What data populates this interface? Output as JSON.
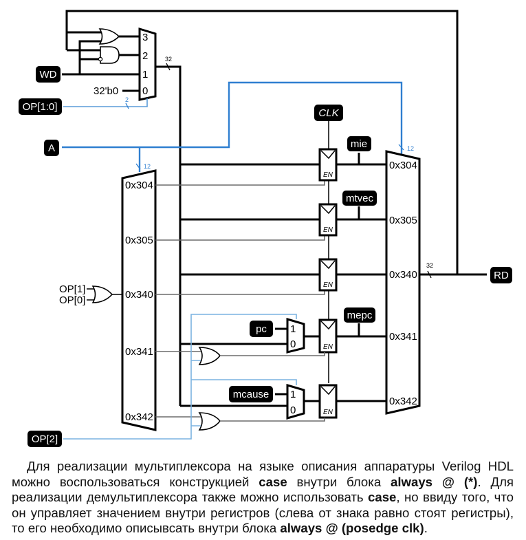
{
  "diagram": {
    "inputs": {
      "wd": "WD",
      "op10": "OP[1:0]",
      "a": "A",
      "clk": "CLK",
      "op1": "OP[1]",
      "op0": "OP[0]",
      "op2": "OP[2]",
      "pc": "pc",
      "mcause": "mcause"
    },
    "output": "RD",
    "const_zero": "32'b0",
    "opmux_ports": [
      "3",
      "2",
      "1",
      "0"
    ],
    "registers": [
      "mie",
      "mtvec",
      "mepc"
    ],
    "demux_ports": [
      "0x304",
      "0x305",
      "0x340",
      "0x341",
      "0x342"
    ],
    "mux_ports": [
      "0x304",
      "0x305",
      "0x340",
      "0x341",
      "0x342"
    ],
    "small_mux_ports": [
      "1",
      "0"
    ],
    "enable_label": "EN",
    "bus_widths": {
      "data": "32",
      "op": "2",
      "addr": "12"
    }
  },
  "text": {
    "s1": "Для реализации мультиплексора на языке описания аппаратуры Verilog HDL можно воспользоваться конструкцией ",
    "k1": "case",
    "s2": " внутри блока ",
    "k2": "always @ (*)",
    "s3": ". Для реализации демультиплексора также можно использовать ",
    "k3": "case",
    "s4": ", но ввиду того, что он управляет значением внутри регистров (слева от знака равно стоят регистры), то его необходимо описывсать внутри блока ",
    "k4": "always @ (posedge clk)",
    "s5": "."
  }
}
